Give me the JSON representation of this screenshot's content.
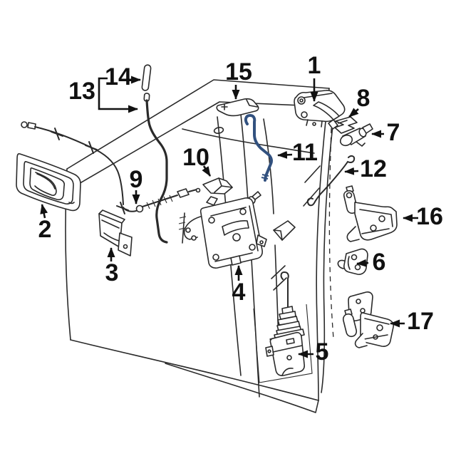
{
  "diagram": {
    "background_color": "#ffffff",
    "line_color": "#2a2a2a",
    "highlight_color": "#32517f",
    "callouts": [
      {
        "label": "1"
      },
      {
        "label": "2"
      },
      {
        "label": "3"
      },
      {
        "label": "4"
      },
      {
        "label": "5"
      },
      {
        "label": "6"
      },
      {
        "label": "7"
      },
      {
        "label": "8"
      },
      {
        "label": "9"
      },
      {
        "label": "10"
      },
      {
        "label": "11",
        "highlighted": true
      },
      {
        "label": "12"
      },
      {
        "label": "13"
      },
      {
        "label": "14"
      },
      {
        "label": "15"
      },
      {
        "label": "16"
      },
      {
        "label": "17"
      }
    ]
  }
}
